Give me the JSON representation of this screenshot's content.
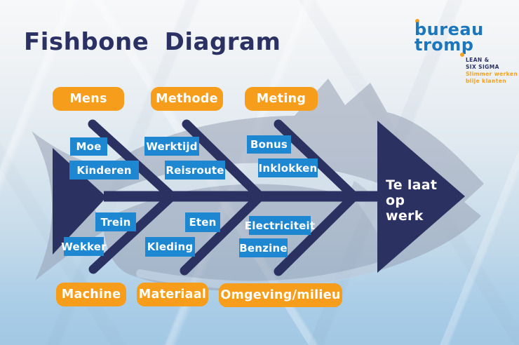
{
  "title": "Fishbone Diagram",
  "logo": {
    "name_line1": "bureau",
    "name_line2": "tromp",
    "sub1": "LEAN &",
    "sub2": "SIX SIGMA",
    "sub3": "Slimmer werken",
    "sub4": "blije klanten"
  },
  "diagram": {
    "effect": "Te laat op werk",
    "top_categories": [
      {
        "label": "Mens",
        "causes": [
          "Moe",
          "Kinderen"
        ]
      },
      {
        "label": "Methode",
        "causes": [
          "Werktijd",
          "Reisroute"
        ]
      },
      {
        "label": "Meting",
        "causes": [
          "Bonus",
          "Inklokken"
        ]
      }
    ],
    "bottom_categories": [
      {
        "label": "Machine",
        "causes": [
          "Wekker",
          "Trein"
        ]
      },
      {
        "label": "Materiaal",
        "causes": [
          "Kleding",
          "Eten"
        ]
      },
      {
        "label": "Omgeving/milieu",
        "causes": [
          "Benzine",
          "Electriciteit"
        ]
      }
    ]
  },
  "colors": {
    "navy": "#2B3160",
    "cause_blue": "#1E87D1",
    "category_orange": "#F69E1C",
    "logo_blue": "#1B76BC",
    "logo_orange": "#F5A01F",
    "watermark_gray": "#98A1B5",
    "background_top": "#F7F8F9",
    "background_bottom": "#A2C8E4",
    "label_text": "#FFFFFF"
  }
}
